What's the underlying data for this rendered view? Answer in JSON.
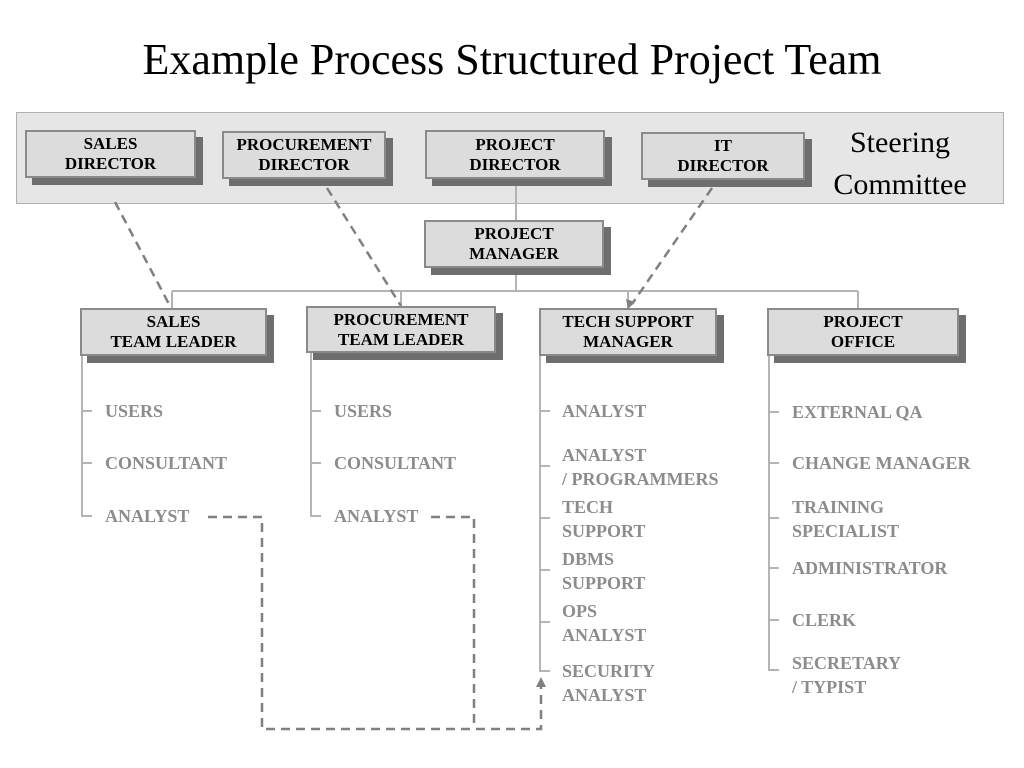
{
  "title": "Example Process Structured Project Team",
  "steering": {
    "line1": "Steering",
    "line2": "Committee"
  },
  "directors": {
    "sales": {
      "line1": "SALES",
      "line2": "DIRECTOR"
    },
    "procurement": {
      "line1": "PROCUREMENT",
      "line2": "DIRECTOR"
    },
    "project": {
      "line1": "PROJECT",
      "line2": "DIRECTOR"
    },
    "it": {
      "line1": "IT",
      "line2": "DIRECTOR"
    }
  },
  "project_manager": {
    "line1": "PROJECT",
    "line2": "MANAGER"
  },
  "leaders": {
    "sales": {
      "line1": "SALES",
      "line2": "TEAM LEADER"
    },
    "procurement": {
      "line1": "PROCUREMENT",
      "line2": "TEAM LEADER"
    },
    "tech": {
      "line1": "TECH SUPPORT",
      "line2": "MANAGER"
    },
    "office": {
      "line1": "PROJECT",
      "line2": "OFFICE"
    }
  },
  "sales_team": {
    "r1": "USERS",
    "r2": "CONSULTANT",
    "r3": "ANALYST"
  },
  "procurement_team": {
    "r1": "USERS",
    "r2": "CONSULTANT",
    "r3": "ANALYST"
  },
  "tech_team": {
    "r1": "ANALYST",
    "r2a": "ANALYST",
    "r2b": "/ PROGRAMMERS",
    "r3a": "TECH",
    "r3b": "SUPPORT",
    "r4a": "DBMS",
    "r4b": "SUPPORT",
    "r5a": "OPS",
    "r5b": "ANALYST",
    "r6a": "SECURITY",
    "r6b": "ANALYST"
  },
  "office_team": {
    "r1": "EXTERNAL QA",
    "r2": "CHANGE MANAGER",
    "r3a": "TRAINING",
    "r3b": "SPECIALIST",
    "r4": "ADMINISTRATOR",
    "r5": "CLERK",
    "r6a": "SECRETARY",
    "r6b": "/ TYPIST"
  },
  "colors": {
    "box_fill": "#dcdcdc",
    "box_shadow": "#6e6e6e",
    "steering_fill": "#e6e6e6",
    "role_text": "#8c8c8c",
    "connector": "#b4b4b4",
    "dashed": "#808080"
  }
}
